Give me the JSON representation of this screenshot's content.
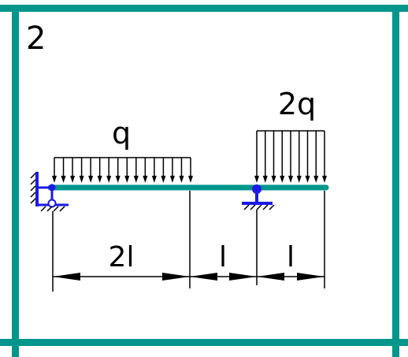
{
  "panel_number": "2",
  "loads": {
    "left_load_label": "q",
    "right_load_label": "2q"
  },
  "dimensions": {
    "span_1": "2l",
    "span_2": "l",
    "span_3": "l"
  },
  "colors": {
    "frame": "#00968c",
    "beam": "#00968c",
    "supports": "#1a1ae6",
    "lines": "#000000",
    "background": "#ffffff"
  }
}
